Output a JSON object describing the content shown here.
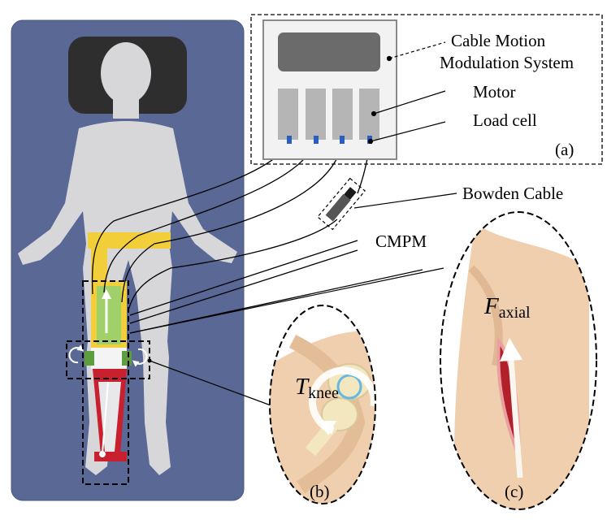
{
  "colors": {
    "bed": "#5a6896",
    "pillow": "#2e2e2e",
    "silhouette": "#d7d7d9",
    "thigh_brace": "#f2cf3a",
    "thigh_inner": "#9fd06a",
    "shank_brace": "#c8202e",
    "knee_module": "#5d9c3f",
    "motor": "#b5b5b5",
    "panel": "#cfcfcf",
    "load_cell": "#2a5fbf",
    "skin": "#efcfae"
  },
  "labels": {
    "cmms_line1": "Cable Motion",
    "cmms_line2": "Modulation System",
    "motor": "Motor",
    "load_cell": "Load cell",
    "bowden": "Bowden Cable",
    "cmpm": "CMPM",
    "panel_a": "(a)",
    "panel_b": "(b)",
    "panel_c": "(c)"
  },
  "symbols": {
    "knee_torque": "T",
    "knee_torque_sub": "knee",
    "axial_force": "F",
    "axial_force_sub": "axial"
  }
}
